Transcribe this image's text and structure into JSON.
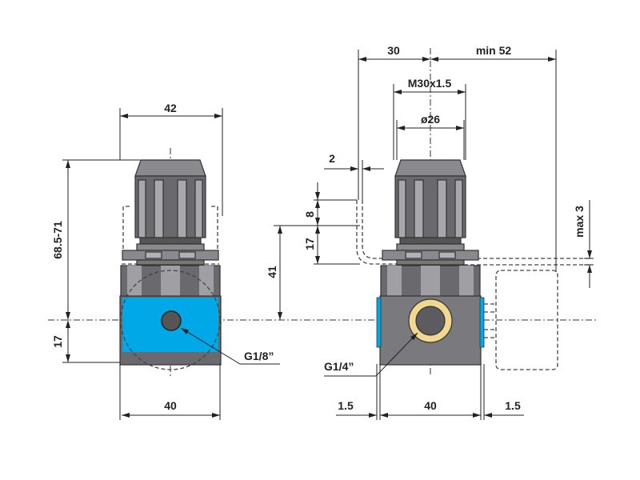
{
  "colors": {
    "body": "#7a7a7e",
    "dark": "#5c5c60",
    "light": "#a8a8ac",
    "port_blue": "#00a8e8",
    "brass": "#f0d890"
  },
  "left_view": {
    "width_top": "42",
    "height_total": "68.5-71",
    "height_center": "17",
    "width_bottom": "40",
    "port_label": "G1/8”"
  },
  "right_view": {
    "offset_left": "30",
    "offset_right": "min 52",
    "thread": "M30x1.5",
    "diameter": "ø26",
    "panel_thickness": "2",
    "dim_8": "8",
    "dim_17": "17",
    "dim_41": "41",
    "max_gap": "max 3",
    "port_label": "G1/4”",
    "side_left": "1.5",
    "width_bottom": "40",
    "side_right": "1.5"
  }
}
